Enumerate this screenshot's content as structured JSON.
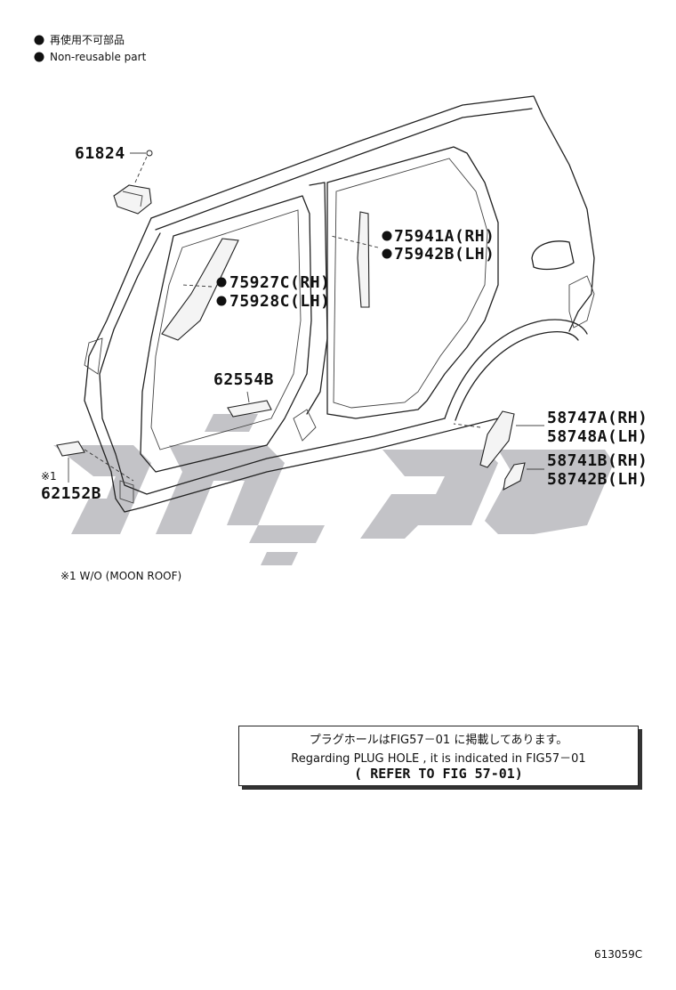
{
  "legend": {
    "bullet_text_jp": "再使用不可部品",
    "bullet_text_en": "Non-reusable part"
  },
  "parts": {
    "clip": "61824",
    "weatherstrip_rear": "62554B",
    "roof_pad": "62152B",
    "note_mark": "※1",
    "pillar_front_rh": "75927C(RH)",
    "pillar_front_lh": "75928C(LH)",
    "pillar_center_rh": "75941A(RH)",
    "pillar_center_lh": "75942B(LH)",
    "mudguard_rh": "58747A(RH)",
    "mudguard_lh": "58748A(LH)",
    "flap_rh": "58741B(RH)",
    "flap_lh": "58742B(LH)"
  },
  "footnote": "※1 W/O (MOON ROOF)",
  "note_box": {
    "line1": "プラグホールはFIG57－01 に掲載してあります。",
    "line2": "Regarding  PLUG HOLE  , it is  indicated  in  FIG57－01",
    "line3": "(   REFER TO FIG 57-01)"
  },
  "figure_code": "613059C",
  "colors": {
    "line": "#222222",
    "watermark": "#b9b9bd"
  }
}
